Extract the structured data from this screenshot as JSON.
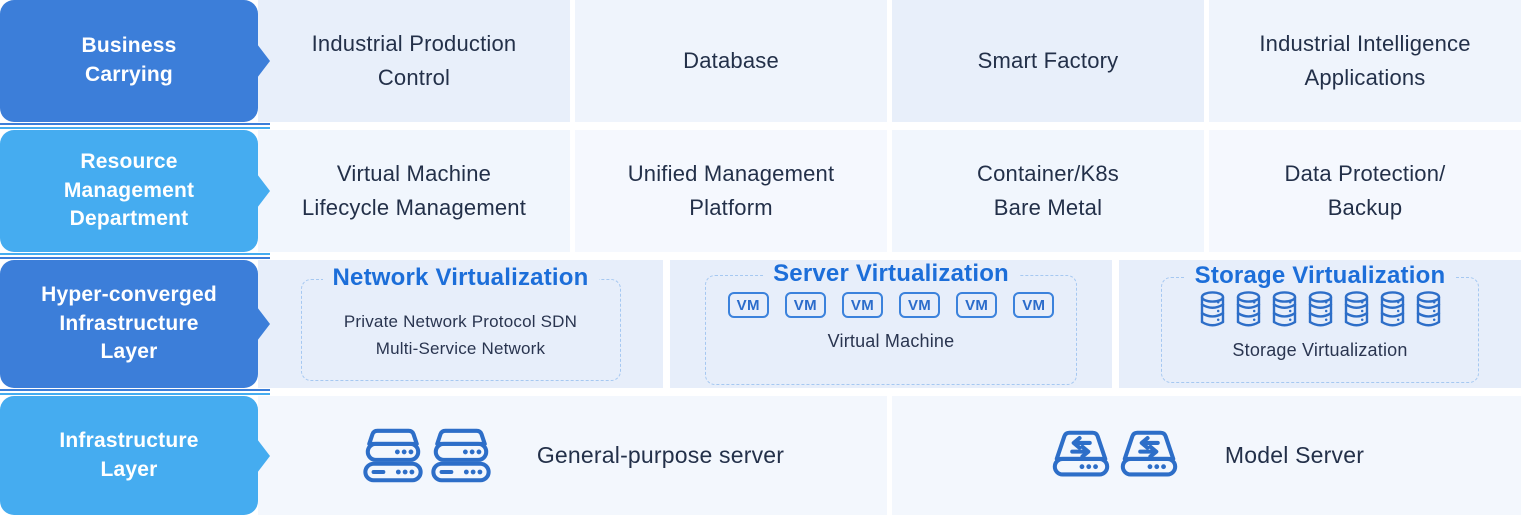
{
  "colors": {
    "pill_dark": "#3C7ED9",
    "pill_light": "#45ACF0",
    "accent_title": "#1C6ED9",
    "icon_stroke": "#2D6EC8",
    "cell_text": "#233049"
  },
  "icons": {
    "server": "server-stack-icon",
    "model_server": "disk-sync-icon",
    "storage": "database-icon",
    "arrow": "layer-arrow"
  },
  "rows": [
    {
      "label": "Business\nCarrying",
      "cells": [
        "Industrial Production\nControl",
        "Database",
        "Smart Factory",
        "Industrial Intelligence\nApplications"
      ]
    },
    {
      "label": "Resource\nManagement\nDepartment",
      "cells": [
        "Virtual Machine\nLifecycle Management",
        "Unified Management\nPlatform",
        "Container/K8s\nBare Metal",
        "Data Protection/\nBackup"
      ]
    },
    {
      "label": "Hyper-converged\nInfrastructure\nLayer",
      "sections": [
        {
          "title": "Network Virtualization",
          "lines": [
            "Private Network Protocol SDN",
            "Multi-Service Network"
          ]
        },
        {
          "title": "Server Virtualization",
          "vm_label": "VM",
          "vm_count": 6,
          "caption": "Virtual Machine"
        },
        {
          "title": "Storage Virtualization",
          "disk_count": 7,
          "caption": "Storage Virtualization"
        }
      ]
    },
    {
      "label": "Infrastructure\nLayer",
      "cells": [
        {
          "icon": "server-stack-icon",
          "text": "General-purpose server"
        },
        {
          "icon": "disk-sync-icon",
          "text": "Model Server"
        }
      ]
    }
  ]
}
